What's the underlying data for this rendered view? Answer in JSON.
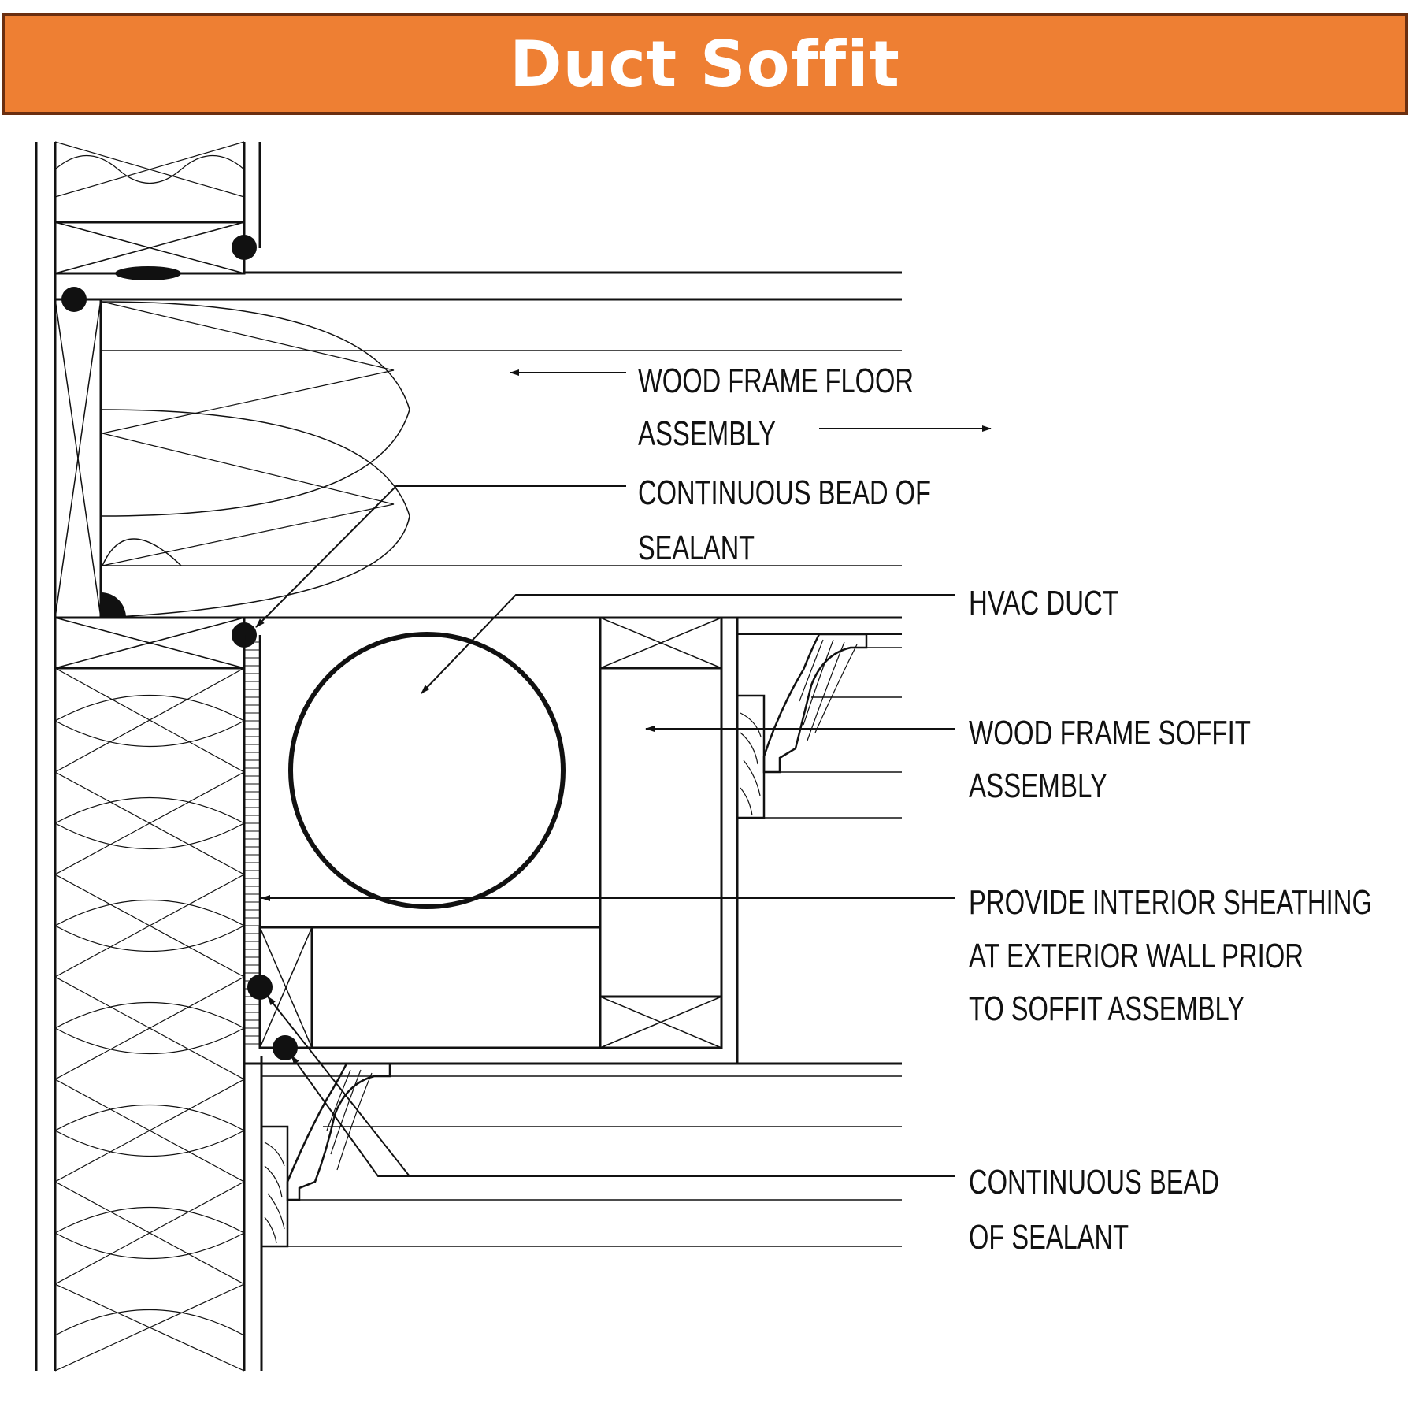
{
  "title": "Duct Soffit",
  "colors": {
    "banner_fill": "#ee7f33",
    "banner_border": "#6a2e10",
    "title_text": "#ffffff",
    "line_work": "#111111"
  },
  "callouts": {
    "wood_frame_floor": [
      "WOOD FRAME FLOOR",
      "ASSEMBLY"
    ],
    "sealant_top": [
      "CONTINUOUS BEAD OF",
      "SEALANT"
    ],
    "hvac_duct": [
      "HVAC DUCT"
    ],
    "wood_frame_soffit": [
      "WOOD FRAME SOFFIT",
      "ASSEMBLY"
    ],
    "interior_sheathing": [
      "PROVIDE INTERIOR SHEATHING",
      "AT EXTERIOR WALL PRIOR",
      "TO SOFFIT ASSEMBLY"
    ],
    "sealant_bottom": [
      "CONTINUOUS BEAD",
      "OF SEALANT"
    ]
  }
}
